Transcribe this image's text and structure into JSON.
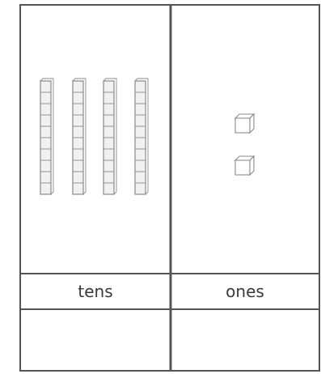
{
  "columns": [
    {
      "key": "tens",
      "label": "tens",
      "count": 4,
      "block": "rod"
    },
    {
      "key": "ones",
      "label": "ones",
      "count": 2,
      "block": "unit-cube"
    }
  ],
  "answer_row": [
    "",
    ""
  ],
  "colors": {
    "grid_line": "#555555",
    "block_stroke": "#8a8a8a",
    "block_fill": "#f1f1f1",
    "background": "#ffffff"
  }
}
